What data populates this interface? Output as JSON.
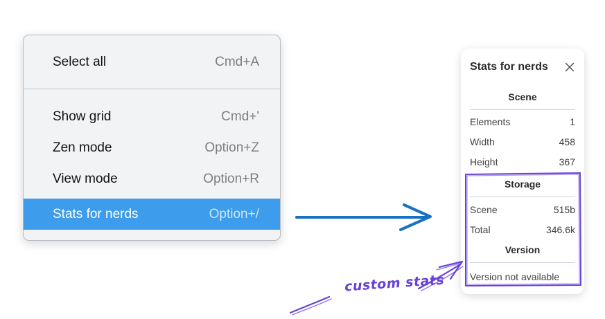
{
  "colors": {
    "menu_background": "#f1f3f5",
    "menu_border": "#b7bcc3",
    "menu_text": "#121212",
    "menu_shortcut": "#7c7e82",
    "highlight_background": "#3d9ceb",
    "highlight_text": "#ffffff",
    "arrow_blue": "#1971c2",
    "annotation_purple": "#6741d9",
    "panel_divider": "#ccd3da"
  },
  "context_menu": {
    "items": [
      {
        "label": "Select all",
        "shortcut": "Cmd+A",
        "selected": false
      },
      {
        "label": "Show grid",
        "shortcut": "Cmd+'",
        "selected": false
      },
      {
        "label": "Zen mode",
        "shortcut": "Option+Z",
        "selected": false
      },
      {
        "label": "View mode",
        "shortcut": "Option+R",
        "selected": false
      },
      {
        "label": "Stats for nerds",
        "shortcut": "Option+/",
        "selected": true
      }
    ]
  },
  "stats_panel": {
    "title": "Stats for nerds",
    "sections": [
      {
        "heading": "Scene",
        "rows": [
          {
            "label": "Elements",
            "value": "1"
          },
          {
            "label": "Width",
            "value": "458"
          },
          {
            "label": "Height",
            "value": "367"
          }
        ]
      },
      {
        "heading": "Storage",
        "rows": [
          {
            "label": "Scene",
            "value": "515b"
          },
          {
            "label": "Total",
            "value": "346.6k"
          }
        ]
      },
      {
        "heading": "Version",
        "rows": [],
        "note": "Version not available"
      }
    ]
  },
  "annotation": {
    "label": "custom stats"
  }
}
